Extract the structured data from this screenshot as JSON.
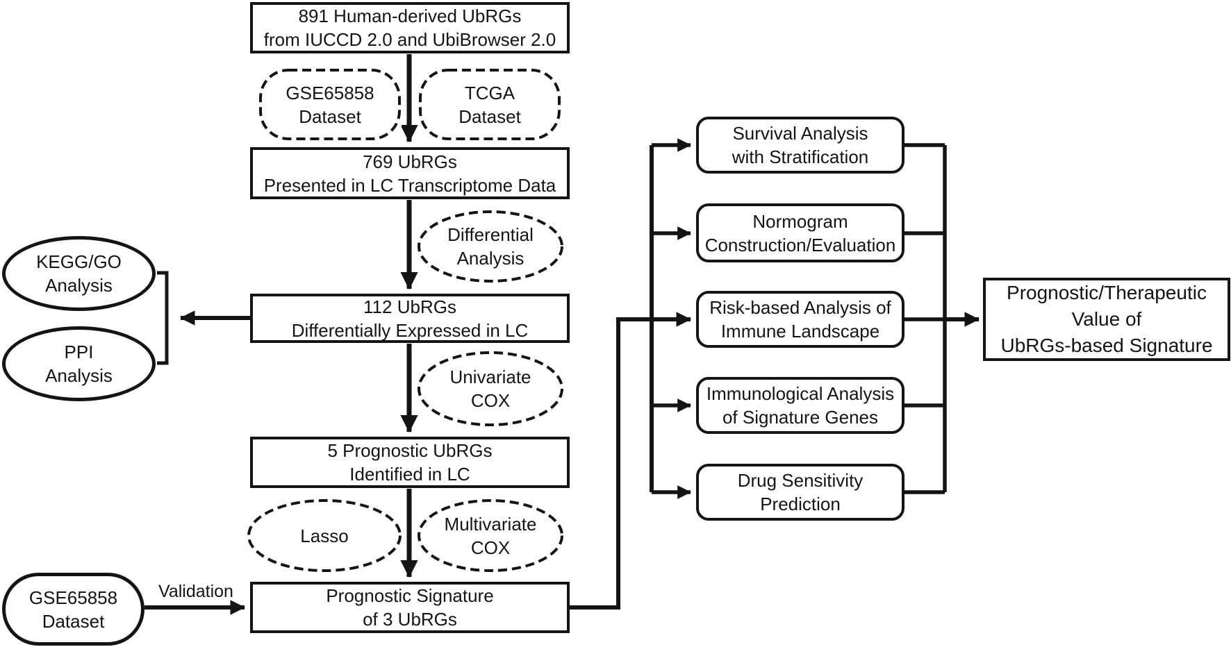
{
  "figure": {
    "background": "#ffffff",
    "ink": "#141414"
  },
  "nodes": {
    "source": {
      "label": "891 Human-derived UbRGs\nfrom IUCCD 2.0 and UbiBrowser 2.0"
    },
    "gse_dataset_top": {
      "label": "GSE65858\nDataset"
    },
    "tcga_dataset": {
      "label": "TCGA\nDataset"
    },
    "presented": {
      "label": "769 UbRGs\nPresented in LC Transcriptome Data"
    },
    "differential_analysis": {
      "label": "Differential\nAnalysis"
    },
    "deg": {
      "label": "112 UbRGs\nDifferentially Expressed in LC"
    },
    "kegg_go_analysis": {
      "label": "KEGG/GO\nAnalysis"
    },
    "ppi_analysis": {
      "label": "PPI\nAnalysis"
    },
    "univariate_cox": {
      "label": "Univariate\nCOX"
    },
    "prognostic_ubrgs": {
      "label": "5 Prognostic UbRGs\nIdentified in LC"
    },
    "lasso": {
      "label": "Lasso"
    },
    "multivariate_cox": {
      "label": "Multivariate\nCOX"
    },
    "signature": {
      "label": "Prognostic Signature\nof 3 UbRGs"
    },
    "gse_dataset_validation": {
      "label": "GSE65858\nDataset"
    },
    "outcome": {
      "label": "Prognostic/Therapeutic\nValue of\nUbRGs-based Signature"
    }
  },
  "edge_labels": {
    "validation": "Validation"
  },
  "right_steps": [
    {
      "label": "Survival Analysis\nwith Stratification"
    },
    {
      "label": "Normogram\nConstruction/Evaluation"
    },
    {
      "label": "Risk-based Analysis of\nImmune Landscape"
    },
    {
      "label": "Immunological Analysis\nof Signature Genes"
    },
    {
      "label": "Drug Sensitivity\nPrediction"
    }
  ]
}
